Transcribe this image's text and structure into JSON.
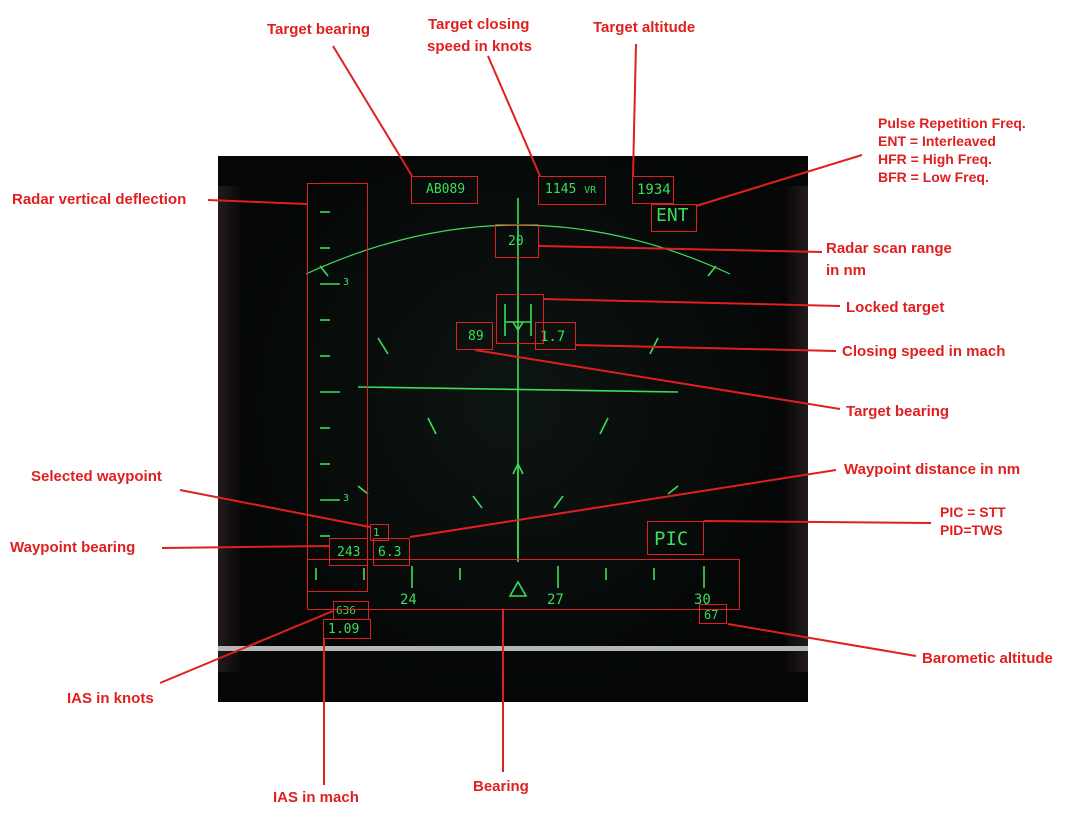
{
  "hud": {
    "target_bearing_top": "AB089",
    "closing_speed_knots": "1145",
    "closing_speed_suffix": "VR",
    "target_altitude": "1934",
    "prf_mode": "ENT",
    "scan_range": "20",
    "target_bearing": "89",
    "closing_speed_mach": "1.7",
    "selected_waypoint": "1",
    "waypoint_bearing": "243",
    "waypoint_distance": "6.3",
    "radar_mode": "PIC",
    "heading_scale": [
      "24",
      "27",
      "30"
    ],
    "ias_knots": "636",
    "ias_mach": "1.09",
    "baro_altitude": "67",
    "pitch_mark_upper": "3",
    "pitch_mark_lower": "3"
  },
  "annotations": {
    "target_bearing_top": "Target bearing",
    "closing_speed_knots_l1": "Target closing",
    "closing_speed_knots_l2": "speed in knots",
    "target_altitude": "Target altitude",
    "prf_l1": "Pulse Repetition Freq.",
    "prf_l2": "ENT = Interleaved",
    "prf_l3": "HFR = High Freq.",
    "prf_l4": "BFR = Low Freq.",
    "radar_vertical": "Radar vertical deflection",
    "scan_range_l1": "Radar scan range",
    "scan_range_l2": "in nm",
    "locked_target": "Locked target",
    "closing_speed_mach": "Closing speed in mach",
    "target_bearing": "Target bearing",
    "selected_waypoint": "Selected waypoint",
    "waypoint_distance": "Waypoint distance in nm",
    "radar_mode_l1": "PIC = STT",
    "radar_mode_l2": "PID=TWS",
    "waypoint_bearing": "Waypoint bearing",
    "baro_altitude": "Barometic altitude",
    "ias_knots": "IAS in knots",
    "ias_mach": "IAS in mach",
    "bearing": "Bearing"
  },
  "colors": {
    "hud_green": "#3ddc5a",
    "annotation_red": "#e01f1f"
  }
}
